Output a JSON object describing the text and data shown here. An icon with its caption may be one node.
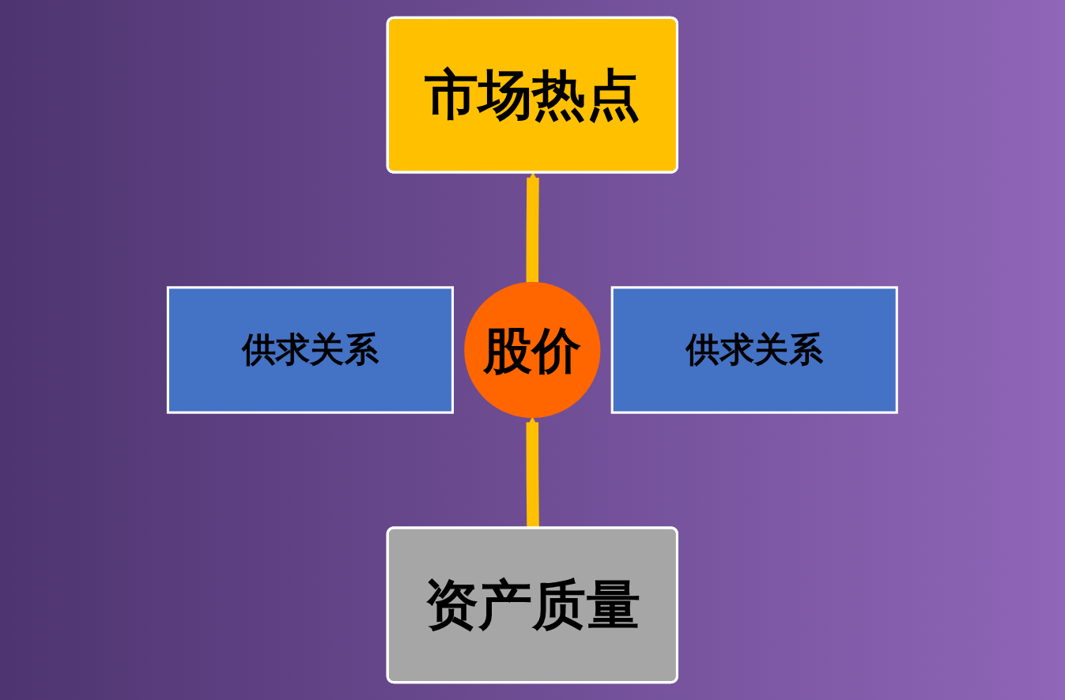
{
  "diagram": {
    "nodes": [
      {
        "text": [
          "市场热点"
        ]
      },
      {
        "text": [
          "供求关系"
        ]
      },
      {
        "text": [
          "股价"
        ]
      },
      {
        "text": [
          "供求关系"
        ]
      },
      {
        "text": [
          "资产质量"
        ]
      }
    ],
    "edges": [
      {
        "from": 2,
        "to": 0,
        "arrow": "to"
      },
      {
        "from": 4,
        "to": 2,
        "arrow": "to"
      }
    ]
  }
}
